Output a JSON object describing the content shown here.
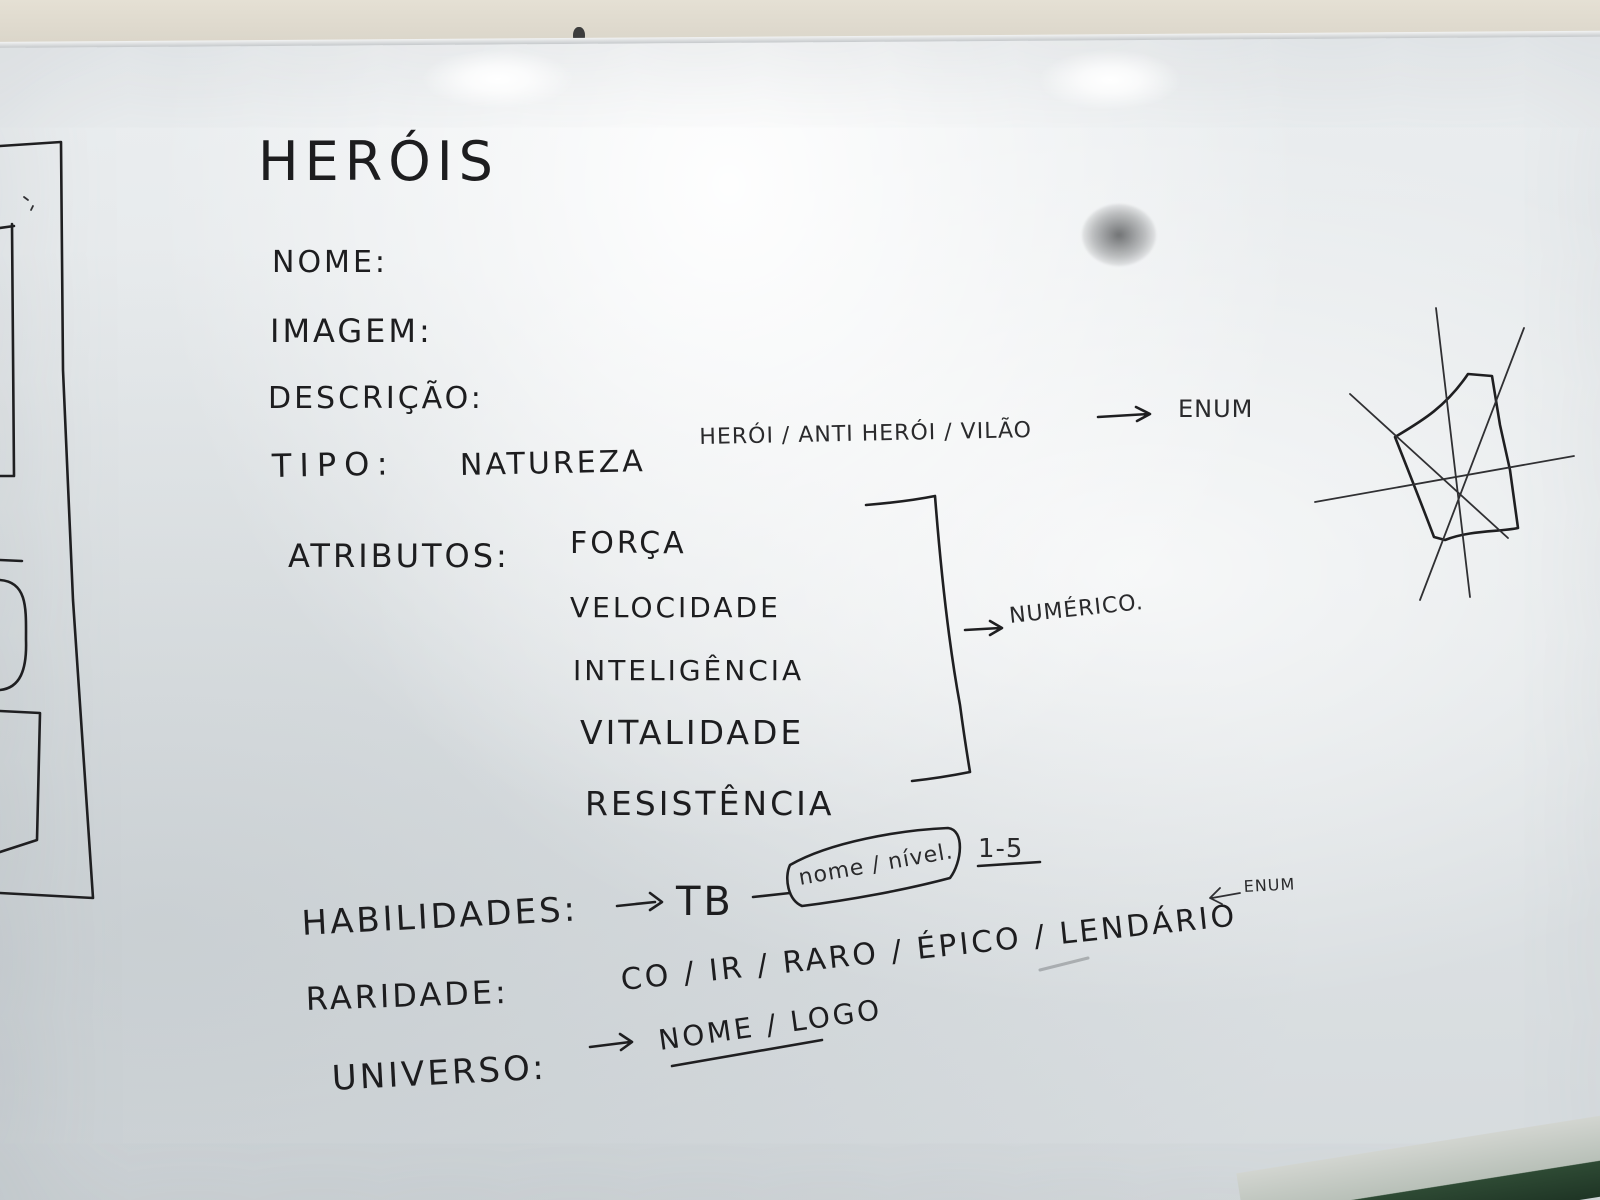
{
  "board": {
    "title": "HERÓIS",
    "fields": {
      "nome": "NOME:",
      "imagem": "IMAGEM:",
      "descricao": "DESCRIÇÃO:",
      "tipo_label": "TIPO:",
      "tipo_value": "NATUREZA",
      "tipo_options": "HERÓI / ANTI HERÓI / VILÃO",
      "tipo_arrow_note": "ENUM",
      "atributos_label": "ATRIBUTOS:",
      "atributos": [
        "FORÇA",
        "VELOCIDADE",
        "INTELIGÊNCIA",
        "VITALIDADE",
        "RESISTÊNCIA"
      ],
      "atributos_note": "NUMÉRICO.",
      "habilidades_label": "HABILIDADES:",
      "habilidades_tb": "TB",
      "habilidades_box": "nome / nível.",
      "habilidades_range": "1-5",
      "raridade_label": "RARIDADE:",
      "raridade_options": "CO / IR / RARO / ÉPICO / LENDÁRIO",
      "raridade_note": "ENUM",
      "universo_label": "UNIVERSO:",
      "universo_value": "NOME / LOGO"
    }
  },
  "colors": {
    "marker": "#1d1d1f",
    "board": "#e6e9eb",
    "wall": "#d8d3c6",
    "frame": "#a9aeb1",
    "floor": "#1f3525"
  }
}
